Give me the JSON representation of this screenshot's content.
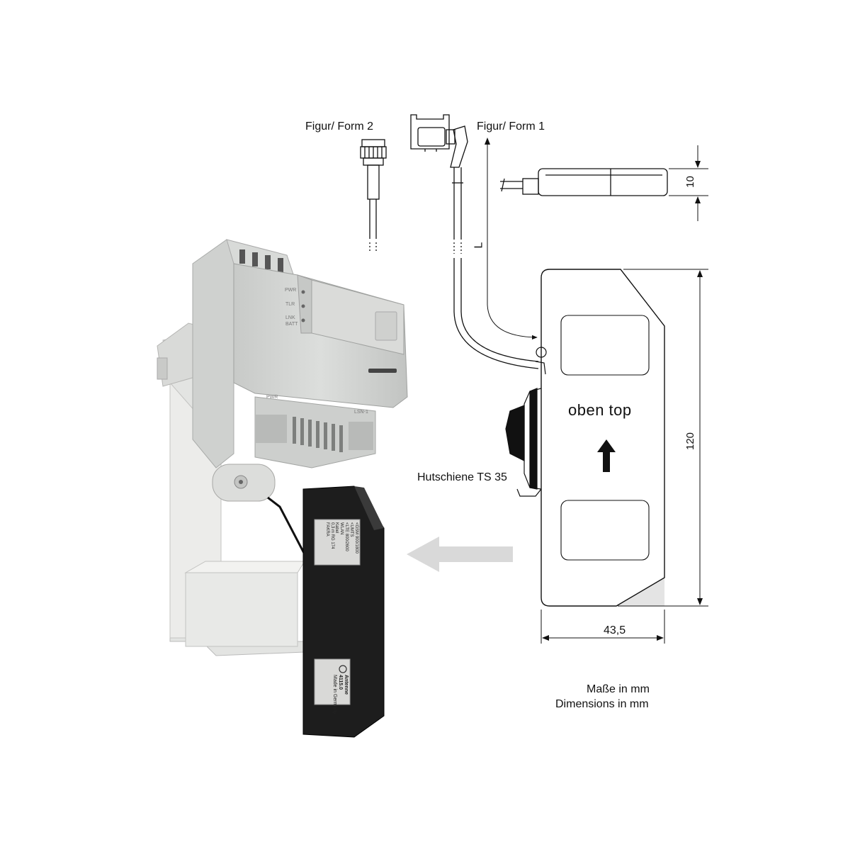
{
  "labels": {
    "figure2": "Figur/ Form 2",
    "figure1": "Figur/ Form 1",
    "length_letter": "L",
    "top": "oben  top",
    "rail": "Hutschiene TS 35",
    "units_de": "Maße in mm",
    "units_en": "Dimensions in mm"
  },
  "dimensions": {
    "height": "120",
    "width": "43,5",
    "thickness": "10"
  },
  "device_labels": {
    "led1": "PWR",
    "led2": "TLR",
    "led3": "LNK",
    "led3b": "BATT",
    "port_left": "PWR",
    "port_right": "LSN-1"
  },
  "antenna_label_top": [
    "<GSM 900/1800",
    "<UMTS",
    "<LTE 800/2600",
    "WLAN",
    "Kabel",
    "0,3 m RG 174",
    "FAKRA"
  ],
  "antenna_label_bottom": [
    "Antenne",
    "4115.0",
    "Made in Germany"
  ],
  "colors": {
    "antenna": "#1d1d1d",
    "device": "#d4d6d4",
    "arrow": "#d9d9d9",
    "outline": "#222222"
  }
}
